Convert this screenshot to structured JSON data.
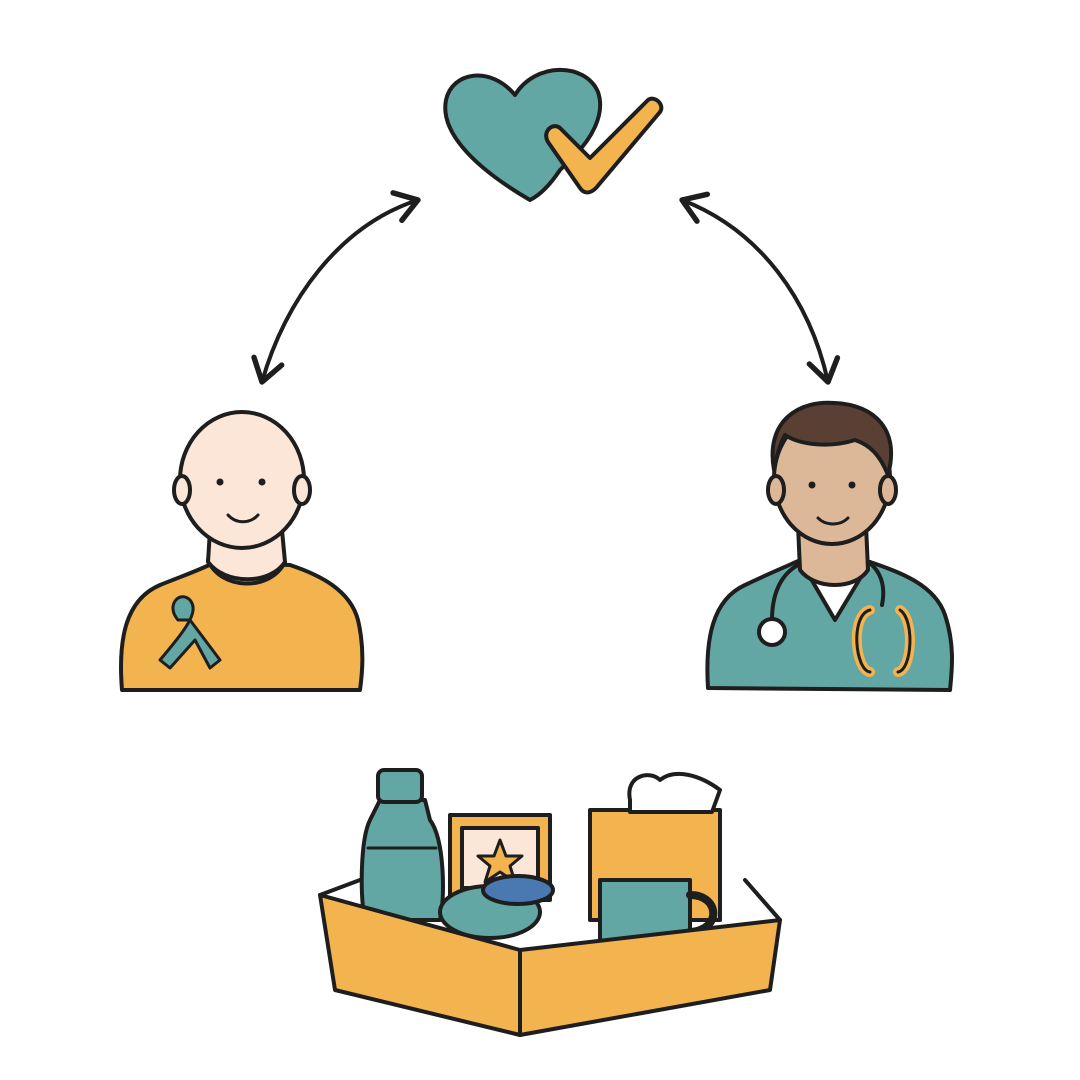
{
  "colors": {
    "teal": "#62a7a3",
    "orange": "#f3b34f",
    "skin_light": "#fbe6d8",
    "skin_tan": "#dcb898",
    "hair": "#5a4034",
    "outline": "#1e1e1e",
    "background": "#ffffff"
  },
  "nodes": [
    {
      "id": "care",
      "icon": "heart-check-icon"
    },
    {
      "id": "patient",
      "icon": "patient-with-ribbon-icon"
    },
    {
      "id": "clinician",
      "icon": "doctor-with-stethoscope-icon"
    },
    {
      "id": "care-package",
      "icon": "care-package-box-icon"
    }
  ],
  "connections": [
    {
      "from": "care",
      "to": "patient",
      "direction": "bidirectional"
    },
    {
      "from": "care",
      "to": "clinician",
      "direction": "bidirectional"
    }
  ]
}
